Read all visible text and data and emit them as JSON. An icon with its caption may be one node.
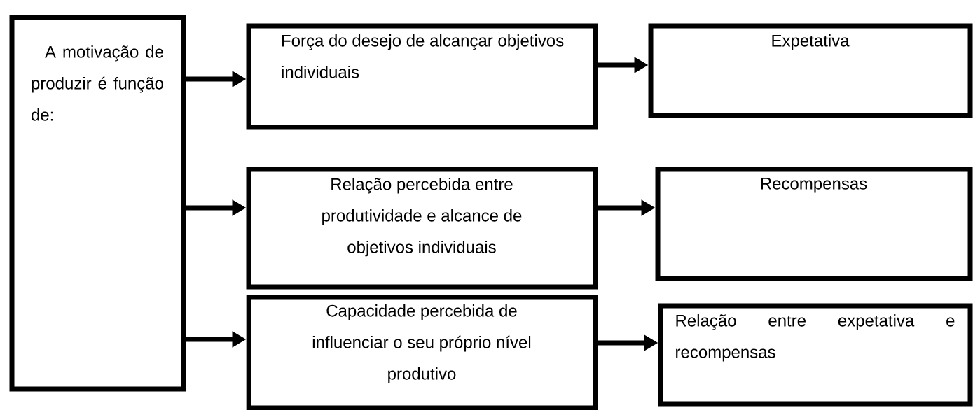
{
  "diagram": {
    "nodes": [
      {
        "text": [
          "A motivação de produzir é função de:"
        ]
      },
      {
        "text": [
          "Força do desejo de alcançar objetivos individuais"
        ]
      },
      {
        "text": [
          "Expetativa"
        ]
      },
      {
        "text": [
          "Relação percebida entre produtividade e alcance de objetivos individuais"
        ]
      },
      {
        "text": [
          "Recompensas"
        ]
      },
      {
        "text": [
          "Capacidade percebida de influenciar o seu próprio nível produtivo"
        ]
      },
      {
        "text": [
          "Relação entre expetativa e recompensas"
        ]
      }
    ],
    "edges": [
      {
        "from": 0,
        "to": 1,
        "arrow": "to"
      },
      {
        "from": 1,
        "to": 2,
        "arrow": "to"
      },
      {
        "from": 0,
        "to": 3,
        "arrow": "to"
      },
      {
        "from": 3,
        "to": 4,
        "arrow": "to"
      },
      {
        "from": 0,
        "to": 5,
        "arrow": "to"
      },
      {
        "from": 5,
        "to": 6,
        "arrow": "to"
      }
    ]
  }
}
